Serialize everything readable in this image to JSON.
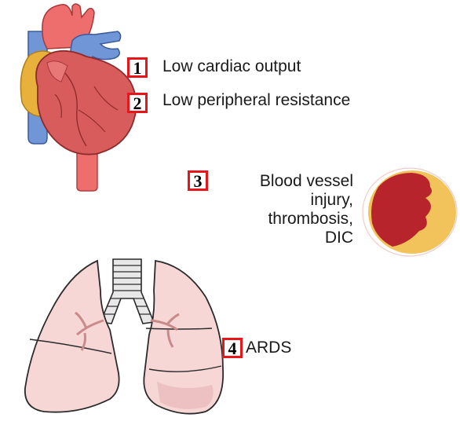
{
  "labels": {
    "low_cardiac_output": "Low cardiac output",
    "low_peripheral_resistance": "Low peripheral resistance",
    "vessel_injury": [
      "Blood vessel",
      "injury,",
      "thrombosis,",
      "DIC"
    ],
    "ards": "ARDS"
  },
  "markers": [
    "1",
    "2",
    "3",
    "4"
  ],
  "colors": {
    "heart": "#d95c5c",
    "heart_dark": "#b83b3b",
    "aorta": "#ee6e6e",
    "vein_blue": "#6f8fd6",
    "fat_yellow": "#e8b13c",
    "vessel_wall": "#f2c35a",
    "vessel_clot": "#b8242c",
    "lung_fill": "#f7d6d6",
    "lung_outline": "#2b2b2b",
    "marker_border": "#e8151b"
  },
  "icons": [
    "heart-illustration",
    "blood-vessel-cross-section-illustration",
    "lungs-illustration"
  ]
}
